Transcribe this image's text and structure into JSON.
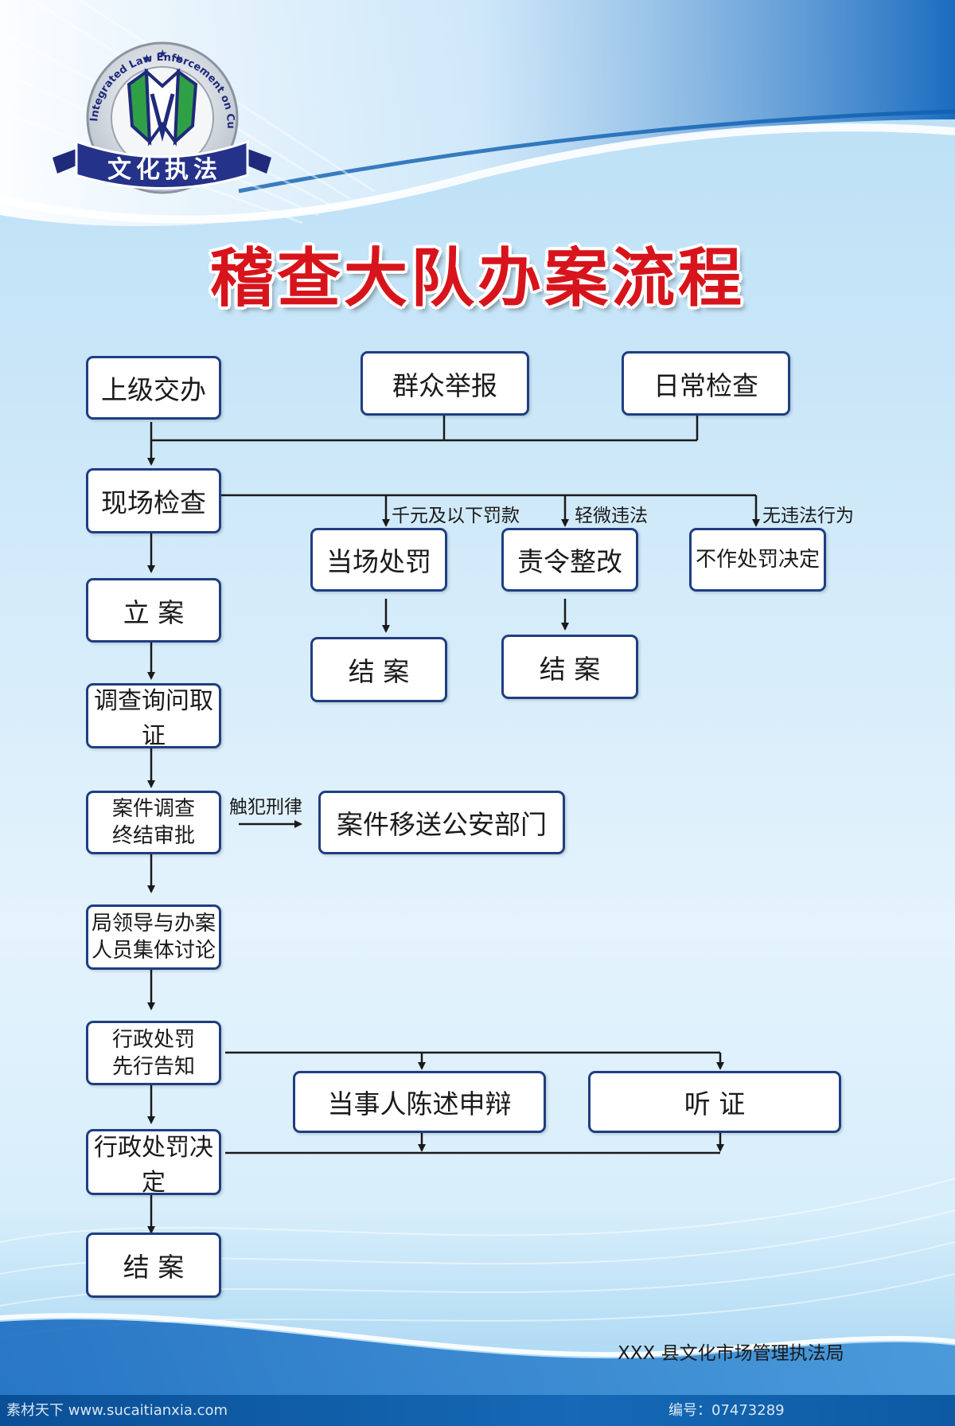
{
  "logo": {
    "ring_text": "Integrated Law Enforcement on Cultural Market",
    "banner_text": "文化执法"
  },
  "title": "稽查大队办案流程",
  "nodes": {
    "superior_assign": "上级交办",
    "public_report": "群众举报",
    "routine_check": "日常检查",
    "site_inspection": "现场检查",
    "on_site_penalty": "当场处罚",
    "order_correction": "责令整改",
    "no_penalty": "不作处罚决定",
    "close_case_1": "结 案",
    "close_case_2": "结 案",
    "file_case": "立 案",
    "investigation": "调查询问取证",
    "investigation_end": "案件调查\n终结审批",
    "transfer_police": "案件移送公安部门",
    "collective_discussion": "局领导与办案\n人员集体讨论",
    "pre_notice": "行政处罚\n先行告知",
    "statement_defense": "当事人陈述申辩",
    "hearing": "听 证",
    "penalty_decision": "行政处罚决定",
    "close_case_final": "结 案"
  },
  "edge_labels": {
    "minor_fine": "千元及以下罚款",
    "minor_violation": "轻微违法",
    "no_violation": "无违法行为",
    "criminal": "触犯刑律"
  },
  "footer": {
    "org": "XXX 县文化市场管理执法局"
  },
  "watermark": {
    "left": "素材天下 www.sucaitianxia.com",
    "right": "编号：07473289"
  },
  "colors": {
    "title": "#d7141c",
    "box_border": "#1f3e82",
    "line": "#1a1a1a",
    "logo_green": "#2fa046",
    "logo_navy": "#1f2a7a"
  }
}
